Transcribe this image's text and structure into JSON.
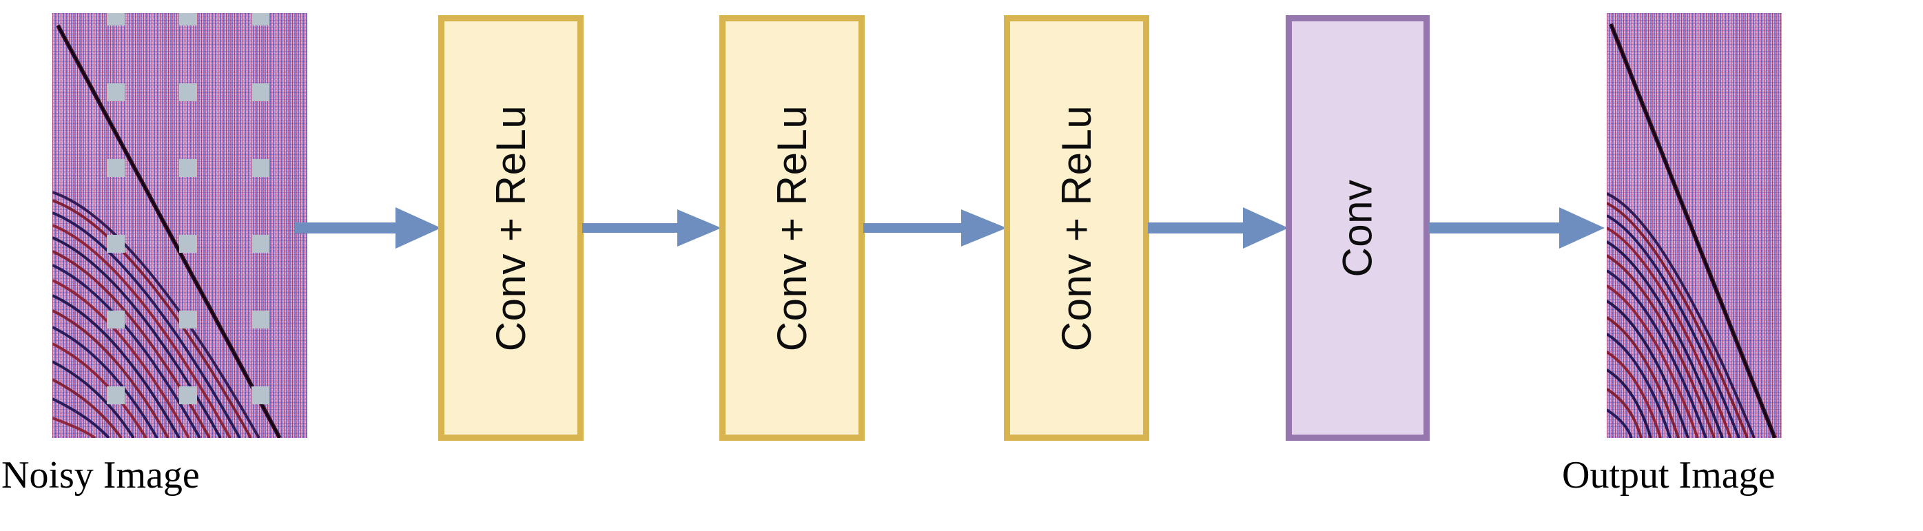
{
  "figure": {
    "type": "neural-network-architecture-diagram",
    "accent_colors": {
      "conv_relu_fill": "#fdf0cd",
      "conv_relu_border": "#d7b44f",
      "conv_fill": "#e3d5ec",
      "conv_border": "#9677ad",
      "arrow": "#6e8ec0",
      "mask_patch": "#b6c3cd",
      "background": "#ffffff"
    }
  },
  "input": {
    "caption": "Noisy Image",
    "description": "seismic shot gather with red/blue noise and gray missing-trace patches"
  },
  "output": {
    "caption": "Output Image",
    "description": "denoised seismic shot gather, gaps reconstructed"
  },
  "layers": [
    {
      "label": "Conv + ReLu",
      "kind": "conv-relu"
    },
    {
      "label": "Conv + ReLu",
      "kind": "conv-relu"
    },
    {
      "label": "Conv + ReLu",
      "kind": "conv-relu"
    },
    {
      "label": "Conv",
      "kind": "conv"
    }
  ],
  "arrows": [
    {
      "name": "arrow-input-to-layer1",
      "from": "Noisy Image",
      "to": "Conv + ReLu"
    },
    {
      "name": "arrow-layer1-to-layer2",
      "from": "Conv + ReLu",
      "to": "Conv + ReLu"
    },
    {
      "name": "arrow-layer2-to-layer3",
      "from": "Conv + ReLu",
      "to": "Conv + ReLu"
    },
    {
      "name": "arrow-layer3-to-layer4",
      "from": "Conv + ReLu",
      "to": "Conv"
    },
    {
      "name": "arrow-layer4-to-output",
      "from": "Conv",
      "to": "Output Image"
    }
  ]
}
